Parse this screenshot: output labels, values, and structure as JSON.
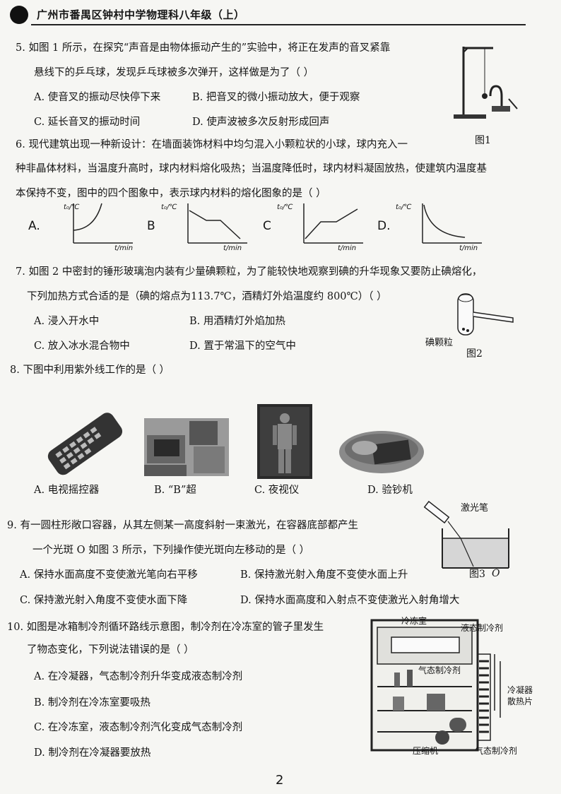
{
  "header": {
    "title": "广州市番禺区钟村中学物理科八年级（上）"
  },
  "q5": {
    "line1": "5. 如图 1 所示，在探究“声音是由物体振动产生的”实验中，将正在发声的音叉紧靠",
    "line2": "悬线下的乒乓球，发现乒乓球被多次弹开，这样做是为了（        ）",
    "optA": "A. 使音叉的振动尽快停下来",
    "optB": "B. 把音叉的微小振动放大，便于观察",
    "optC": "C. 延长音叉的振动时间",
    "optD": "D. 使声波被多次反射形成回声",
    "fig": "图1"
  },
  "q6": {
    "line1": "6. 现代建筑出现一种新设计：在墙面装饰材料中均匀混入小颗粒状的小球，球内充入一",
    "line2": "种非晶体材料，当温度升高时，球内材料熔化吸热；当温度降低时，球内材料凝固放热，使建筑内温度基",
    "line3": "本保持不变，图中的四个图象中，表示球内材料的熔化图象的是（        ）",
    "graphs": [
      {
        "label": "A.",
        "y_axis": "t₀/℃",
        "x_axis": "t/min"
      },
      {
        "label": "B",
        "y_axis": "t₀/℃",
        "x_axis": "t/min"
      },
      {
        "label": "C",
        "y_axis": "t₀/℃",
        "x_axis": "t/min"
      },
      {
        "label": "D.",
        "y_axis": "t₀/℃",
        "x_axis": "t/min"
      }
    ]
  },
  "q7": {
    "line1": "7. 如图 2 中密封的锤形玻璃泡内装有少量碘颗粒，为了能较快地观察到碘的升华现象又要防止碘熔化，",
    "line2": "下列加热方式合适的是（碘的熔点为113.7℃，酒精灯外焰温度约 800℃）（        ）",
    "optA": "A. 浸入开水中",
    "optB": "B. 用酒精灯外焰加热",
    "optC": "C. 放入冰水混合物中",
    "optD": "D. 置于常温下的空气中",
    "fig_label": "碘颗粒",
    "fig": "图2"
  },
  "q8": {
    "line1": "8. 下图中利用紫外线工作的是（        ）",
    "captions": [
      "A. 电视摇控器",
      "B. “B”超",
      "C. 夜视仪",
      "D. 验钞机"
    ]
  },
  "q9": {
    "line1": "9. 有一圆柱形敞口容器，从其左侧某一高度斜射一束激光，在容器底部都产生",
    "line2": "一个光斑 O 如图 3 所示，下列操作使光斑向左移动的是（        ）",
    "optA": "A. 保持水面高度不变使激光笔向右平移",
    "optB": "B. 保持激光射入角度不变使水面上升",
    "optC": "C. 保持激光射入角度不变使水面下降",
    "optD": "D. 保持水面高度和入射点不变使激光入射角增大",
    "fig_label": "激光笔",
    "fig_point": "O",
    "fig": "图3"
  },
  "q10": {
    "line1": "10. 如图是冰箱制冷剂循环路线示意图，制冷剂在冷冻室的管子里发生",
    "line2": "了物态变化，下列说法错误的是（        ）",
    "optA": "A. 在冷凝器，气态制冷剂升华变成液态制冷剂",
    "optB": "B. 制冷剂在冷冻室要吸热",
    "optC": "C. 在冷冻室，液态制冷剂汽化变成气态制冷剂",
    "optD": "D. 制冷剂在冷凝器要放热",
    "fig_labels": {
      "freezer": "冷冻室",
      "liquid": "液态制冷剂",
      "gas_inner": "气态制冷剂",
      "condenser": "冷凝器",
      "fins": "散热片",
      "compressor": "压缩机",
      "gas_out": "气态制冷剂"
    }
  },
  "page_number": "2"
}
